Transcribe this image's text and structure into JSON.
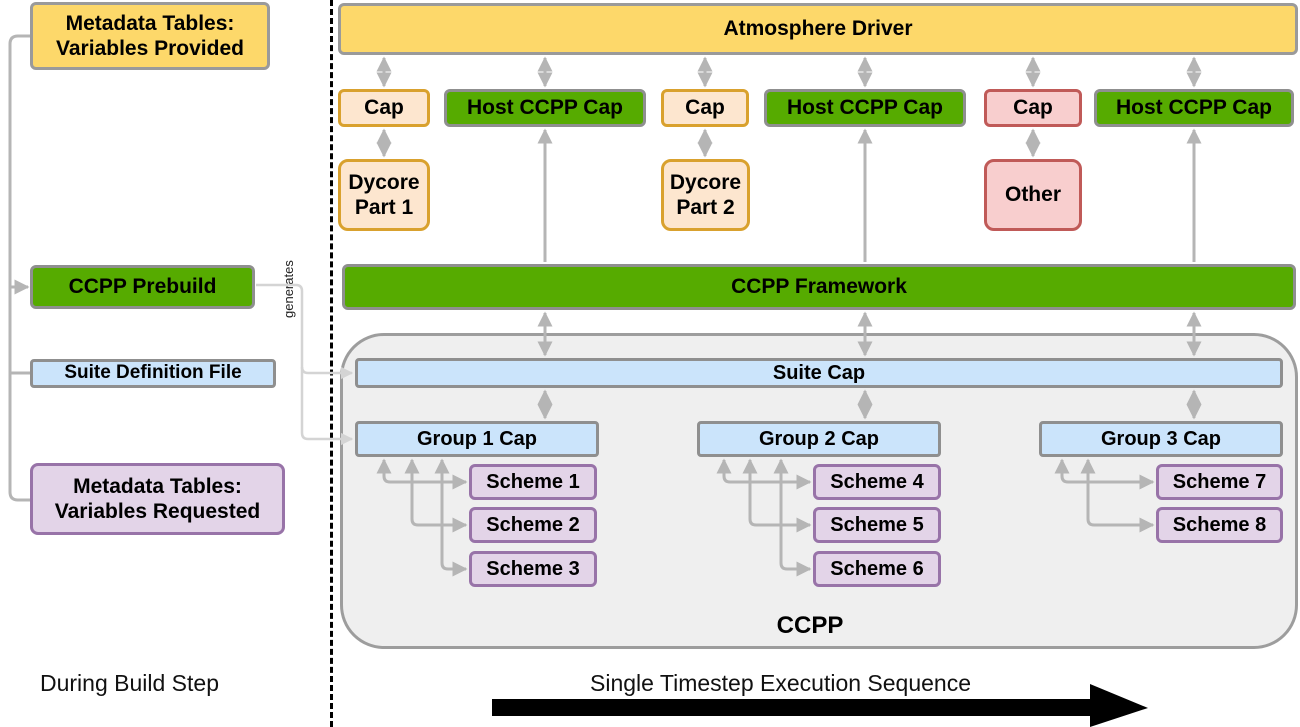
{
  "build_step": {
    "metadata_provided": "Metadata Tables:\nVariables Provided",
    "metadata_provided_l1": "Metadata Tables:",
    "metadata_provided_l2": "Variables Provided",
    "prebuild": "CCPP Prebuild",
    "suite_definition_file": "Suite Definition File",
    "metadata_requested_l1": "Metadata Tables:",
    "metadata_requested_l2": "Variables Requested",
    "generates_label": "generates",
    "section_label": "During Build Step"
  },
  "runtime": {
    "atmosphere_driver": "Atmosphere Driver",
    "caps": [
      {
        "label": "Cap",
        "kind": "dycore"
      },
      {
        "label": "Host CCPP Cap",
        "kind": "host"
      },
      {
        "label": "Cap",
        "kind": "dycore"
      },
      {
        "label": "Host CCPP Cap",
        "kind": "host"
      },
      {
        "label": "Cap",
        "kind": "other"
      },
      {
        "label": "Host CCPP Cap",
        "kind": "host"
      }
    ],
    "components": [
      {
        "l1": "Dycore",
        "l2": "Part 1"
      },
      {
        "l1": "Dycore",
        "l2": "Part 2"
      },
      {
        "l1": "Other",
        "l2": ""
      }
    ],
    "framework": "CCPP Framework",
    "suite_cap": "Suite Cap",
    "groups": [
      {
        "label": "Group 1 Cap",
        "schemes": [
          "Scheme 1",
          "Scheme 2",
          "Scheme 3"
        ]
      },
      {
        "label": "Group 2 Cap",
        "schemes": [
          "Scheme 4",
          "Scheme 5",
          "Scheme 6"
        ]
      },
      {
        "label": "Group 3 Cap",
        "schemes": [
          "Scheme 7",
          "Scheme 8"
        ]
      }
    ],
    "container_label": "CCPP",
    "section_label": "Single Timestep Execution Sequence"
  },
  "colors": {
    "yellow": "#fdd86a",
    "green": "#56ab00",
    "blue": "#cbe4fb",
    "purple": "#e3d4e8",
    "orange": "#fde6cf",
    "red": "#f8cece",
    "connector": "#b5b5b5"
  }
}
